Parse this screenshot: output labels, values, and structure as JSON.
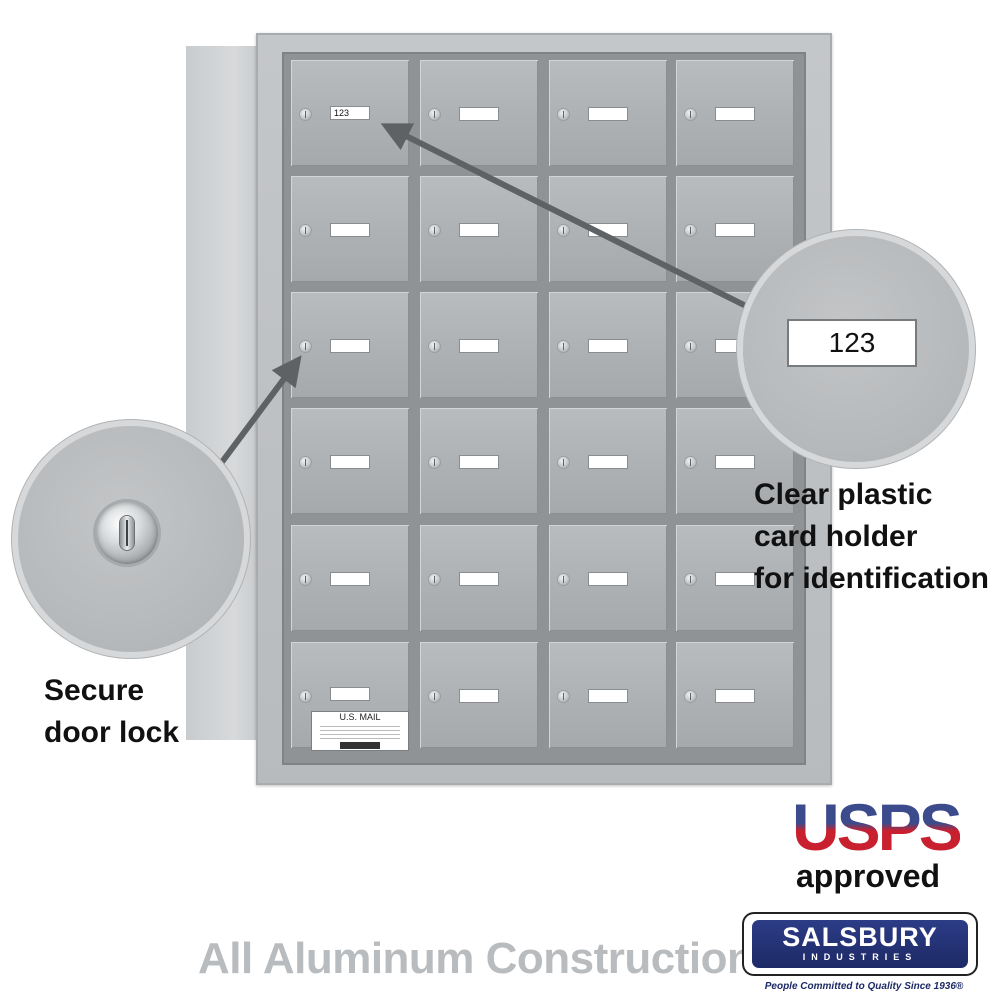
{
  "mailbox": {
    "columns": 4,
    "rows": 6,
    "doors": [
      {
        "card_text": "123"
      },
      {
        "card_text": ""
      },
      {
        "card_text": ""
      },
      {
        "card_text": ""
      },
      {
        "card_text": ""
      },
      {
        "card_text": ""
      },
      {
        "card_text": ""
      },
      {
        "card_text": ""
      },
      {
        "card_text": ""
      },
      {
        "card_text": ""
      },
      {
        "card_text": ""
      },
      {
        "card_text": ""
      },
      {
        "card_text": ""
      },
      {
        "card_text": ""
      },
      {
        "card_text": ""
      },
      {
        "card_text": ""
      },
      {
        "card_text": ""
      },
      {
        "card_text": ""
      },
      {
        "card_text": ""
      },
      {
        "card_text": ""
      },
      {
        "card_text": ""
      },
      {
        "card_text": ""
      },
      {
        "card_text": ""
      },
      {
        "card_text": ""
      }
    ],
    "door_label": "U.S. MAIL"
  },
  "callouts": {
    "card_number": "123",
    "card_caption": [
      "Clear plastic",
      "card holder",
      "for identification"
    ],
    "lock_caption": [
      "Secure",
      "door lock"
    ]
  },
  "branding": {
    "construction": "All Aluminum Construction",
    "usps_word": "USPS",
    "usps_approved": "approved",
    "maker_name": "SALSBURY",
    "maker_sub": "INDUSTRIES",
    "maker_tagline": "People Committed to Quality Since 1936®"
  },
  "colors": {
    "usps_blue": "#3b4b8c",
    "usps_red": "#c8202f",
    "salsbury_navy": "#1d2a66",
    "aluminum": "#b5b8bb",
    "arrow": "#5e6265"
  }
}
